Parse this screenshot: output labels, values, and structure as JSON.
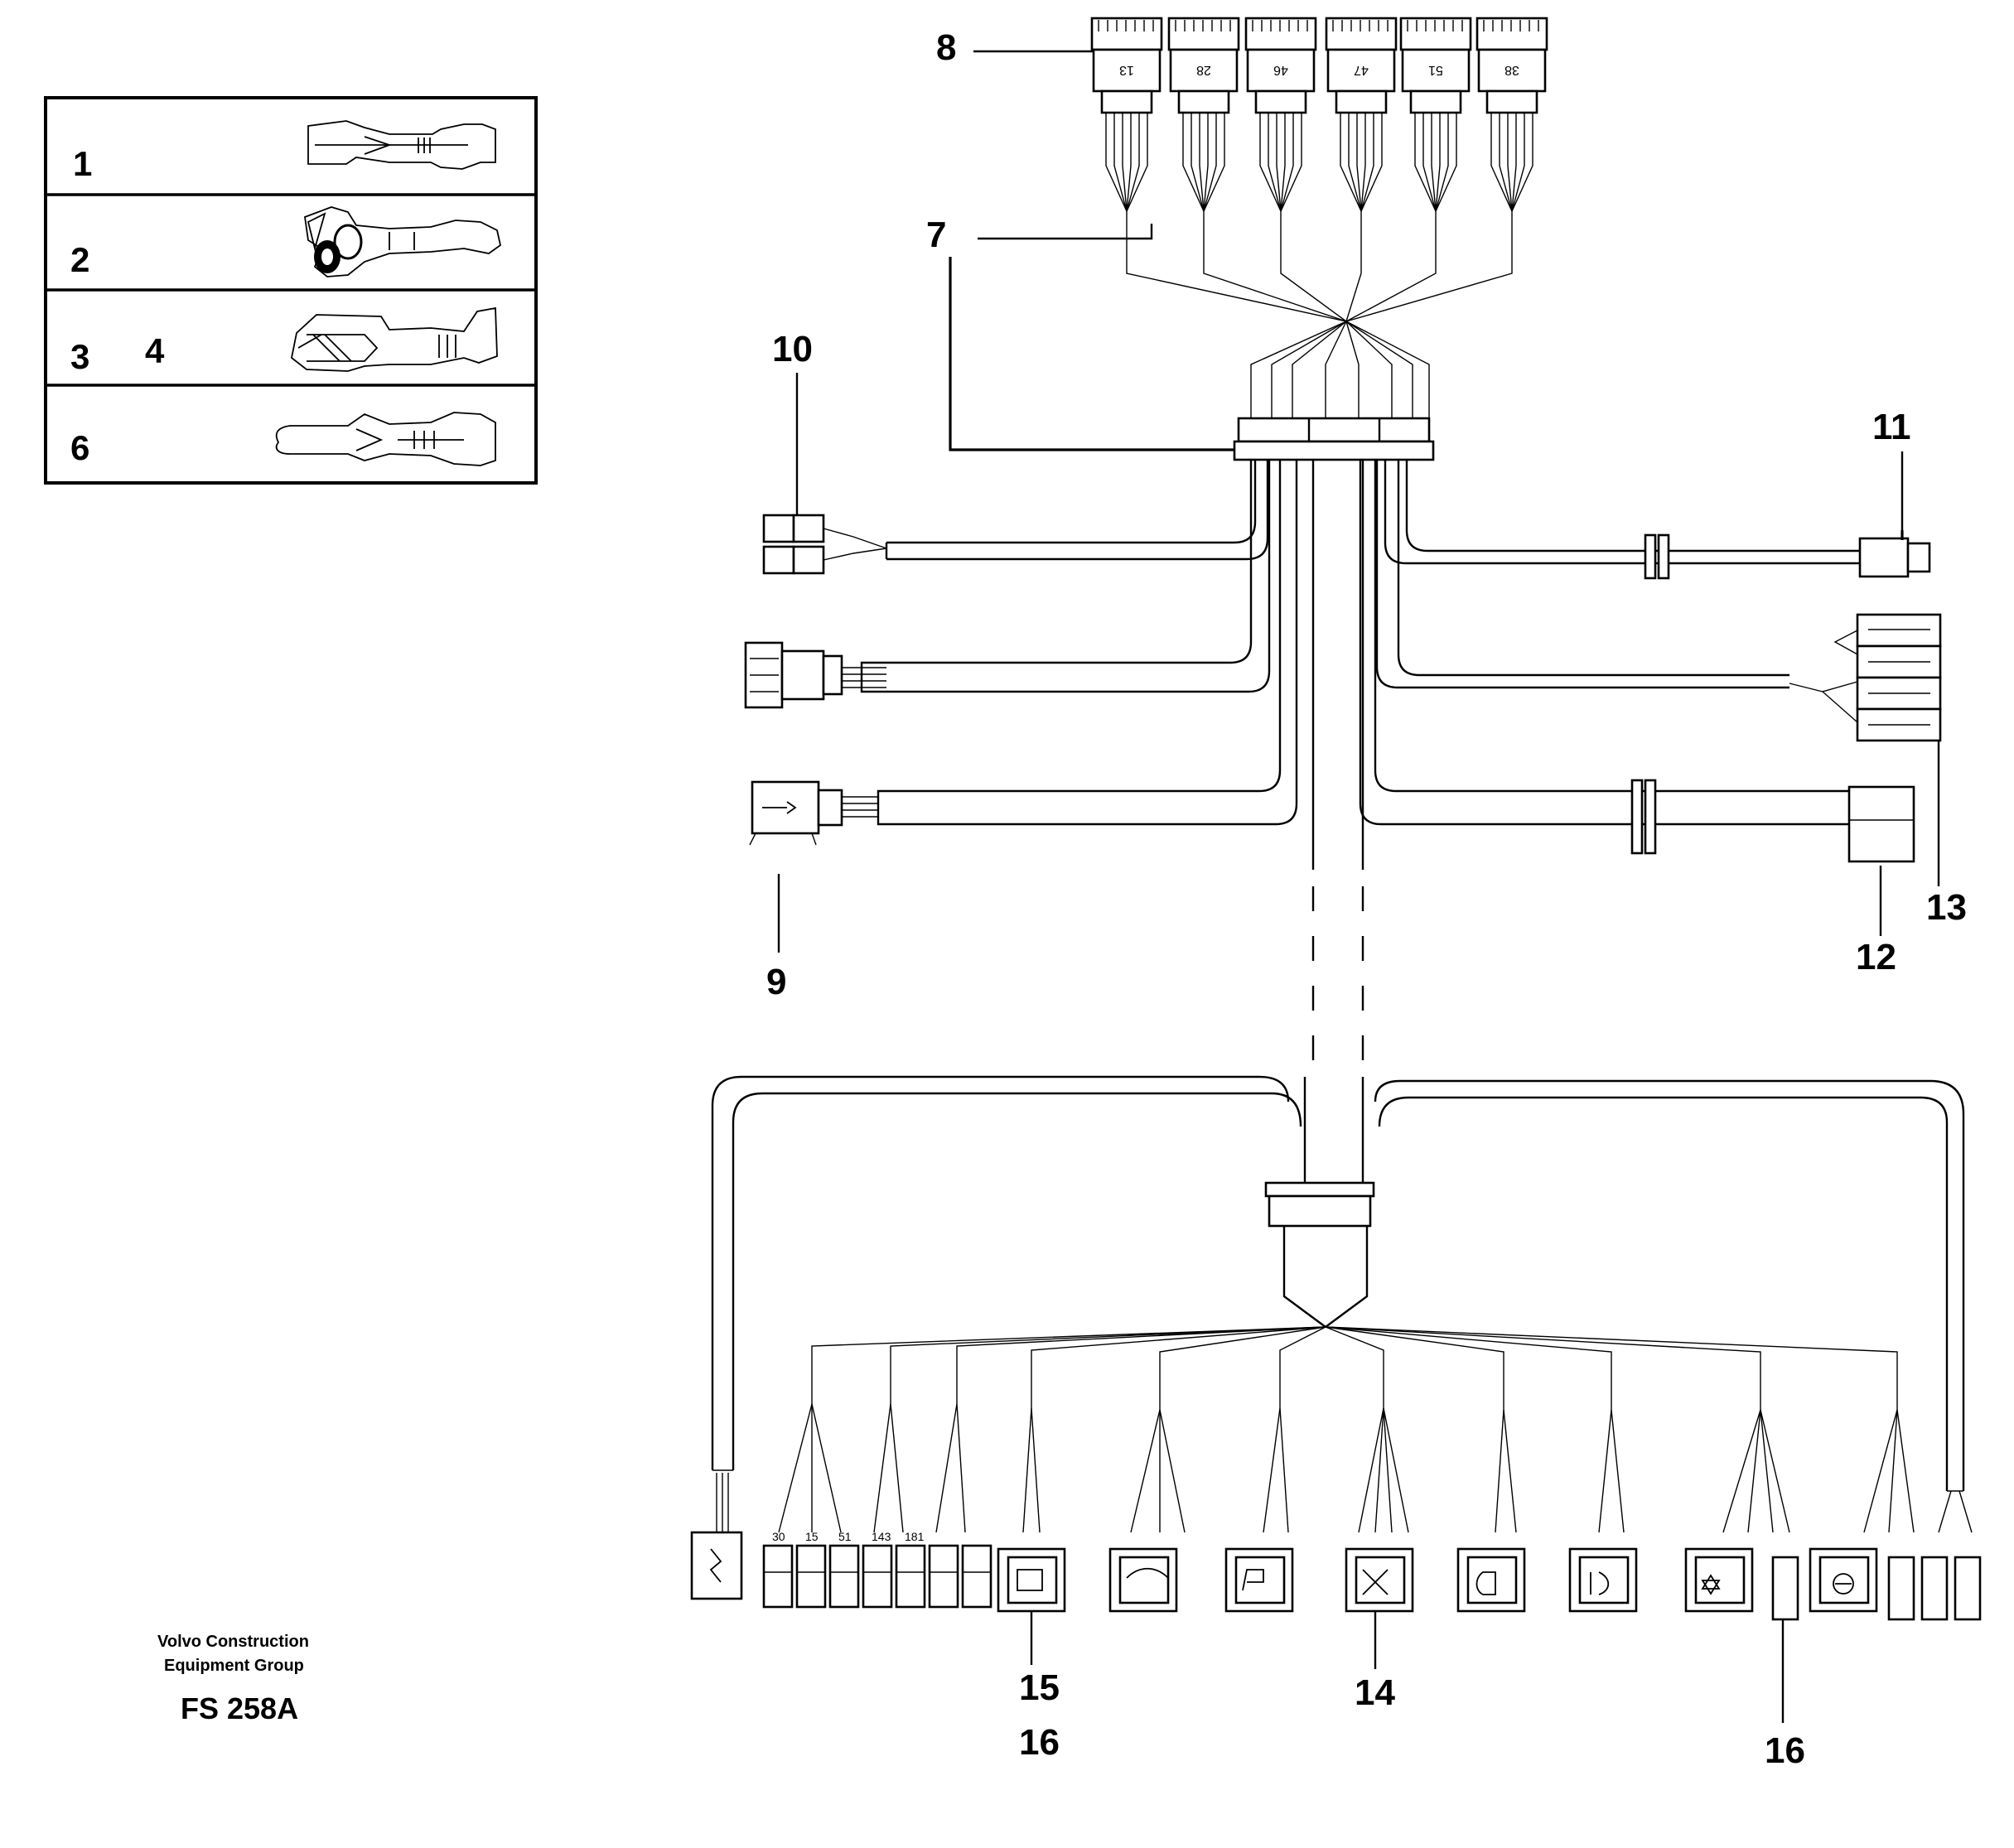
{
  "legend": {
    "rows": [
      {
        "numbers": [
          "1"
        ],
        "icon": "terminal-flat-pin-icon"
      },
      {
        "numbers": [
          "2"
        ],
        "icon": "terminal-socket-double-barrel-icon"
      },
      {
        "numbers": [
          "3",
          "4"
        ],
        "icon": "terminal-socket-sleeve-icon"
      },
      {
        "numbers": [
          "6"
        ],
        "icon": "terminal-round-pin-icon"
      }
    ]
  },
  "callouts": {
    "c7": "7",
    "c8": "8",
    "c9": "9",
    "c10": "10",
    "c11": "11",
    "c12": "12",
    "c13": "13",
    "c14": "14",
    "c15": "15",
    "c16a": "16",
    "c16b": "16"
  },
  "top_connectors": [
    "13",
    "28",
    "46",
    "47",
    "51",
    "38"
  ],
  "bottom_pin_labels": [
    "30",
    "15",
    "51",
    "143",
    "181"
  ],
  "caption": {
    "line1": "Volvo Construction",
    "line2": "Equipment Group",
    "code": "FS 258A"
  }
}
